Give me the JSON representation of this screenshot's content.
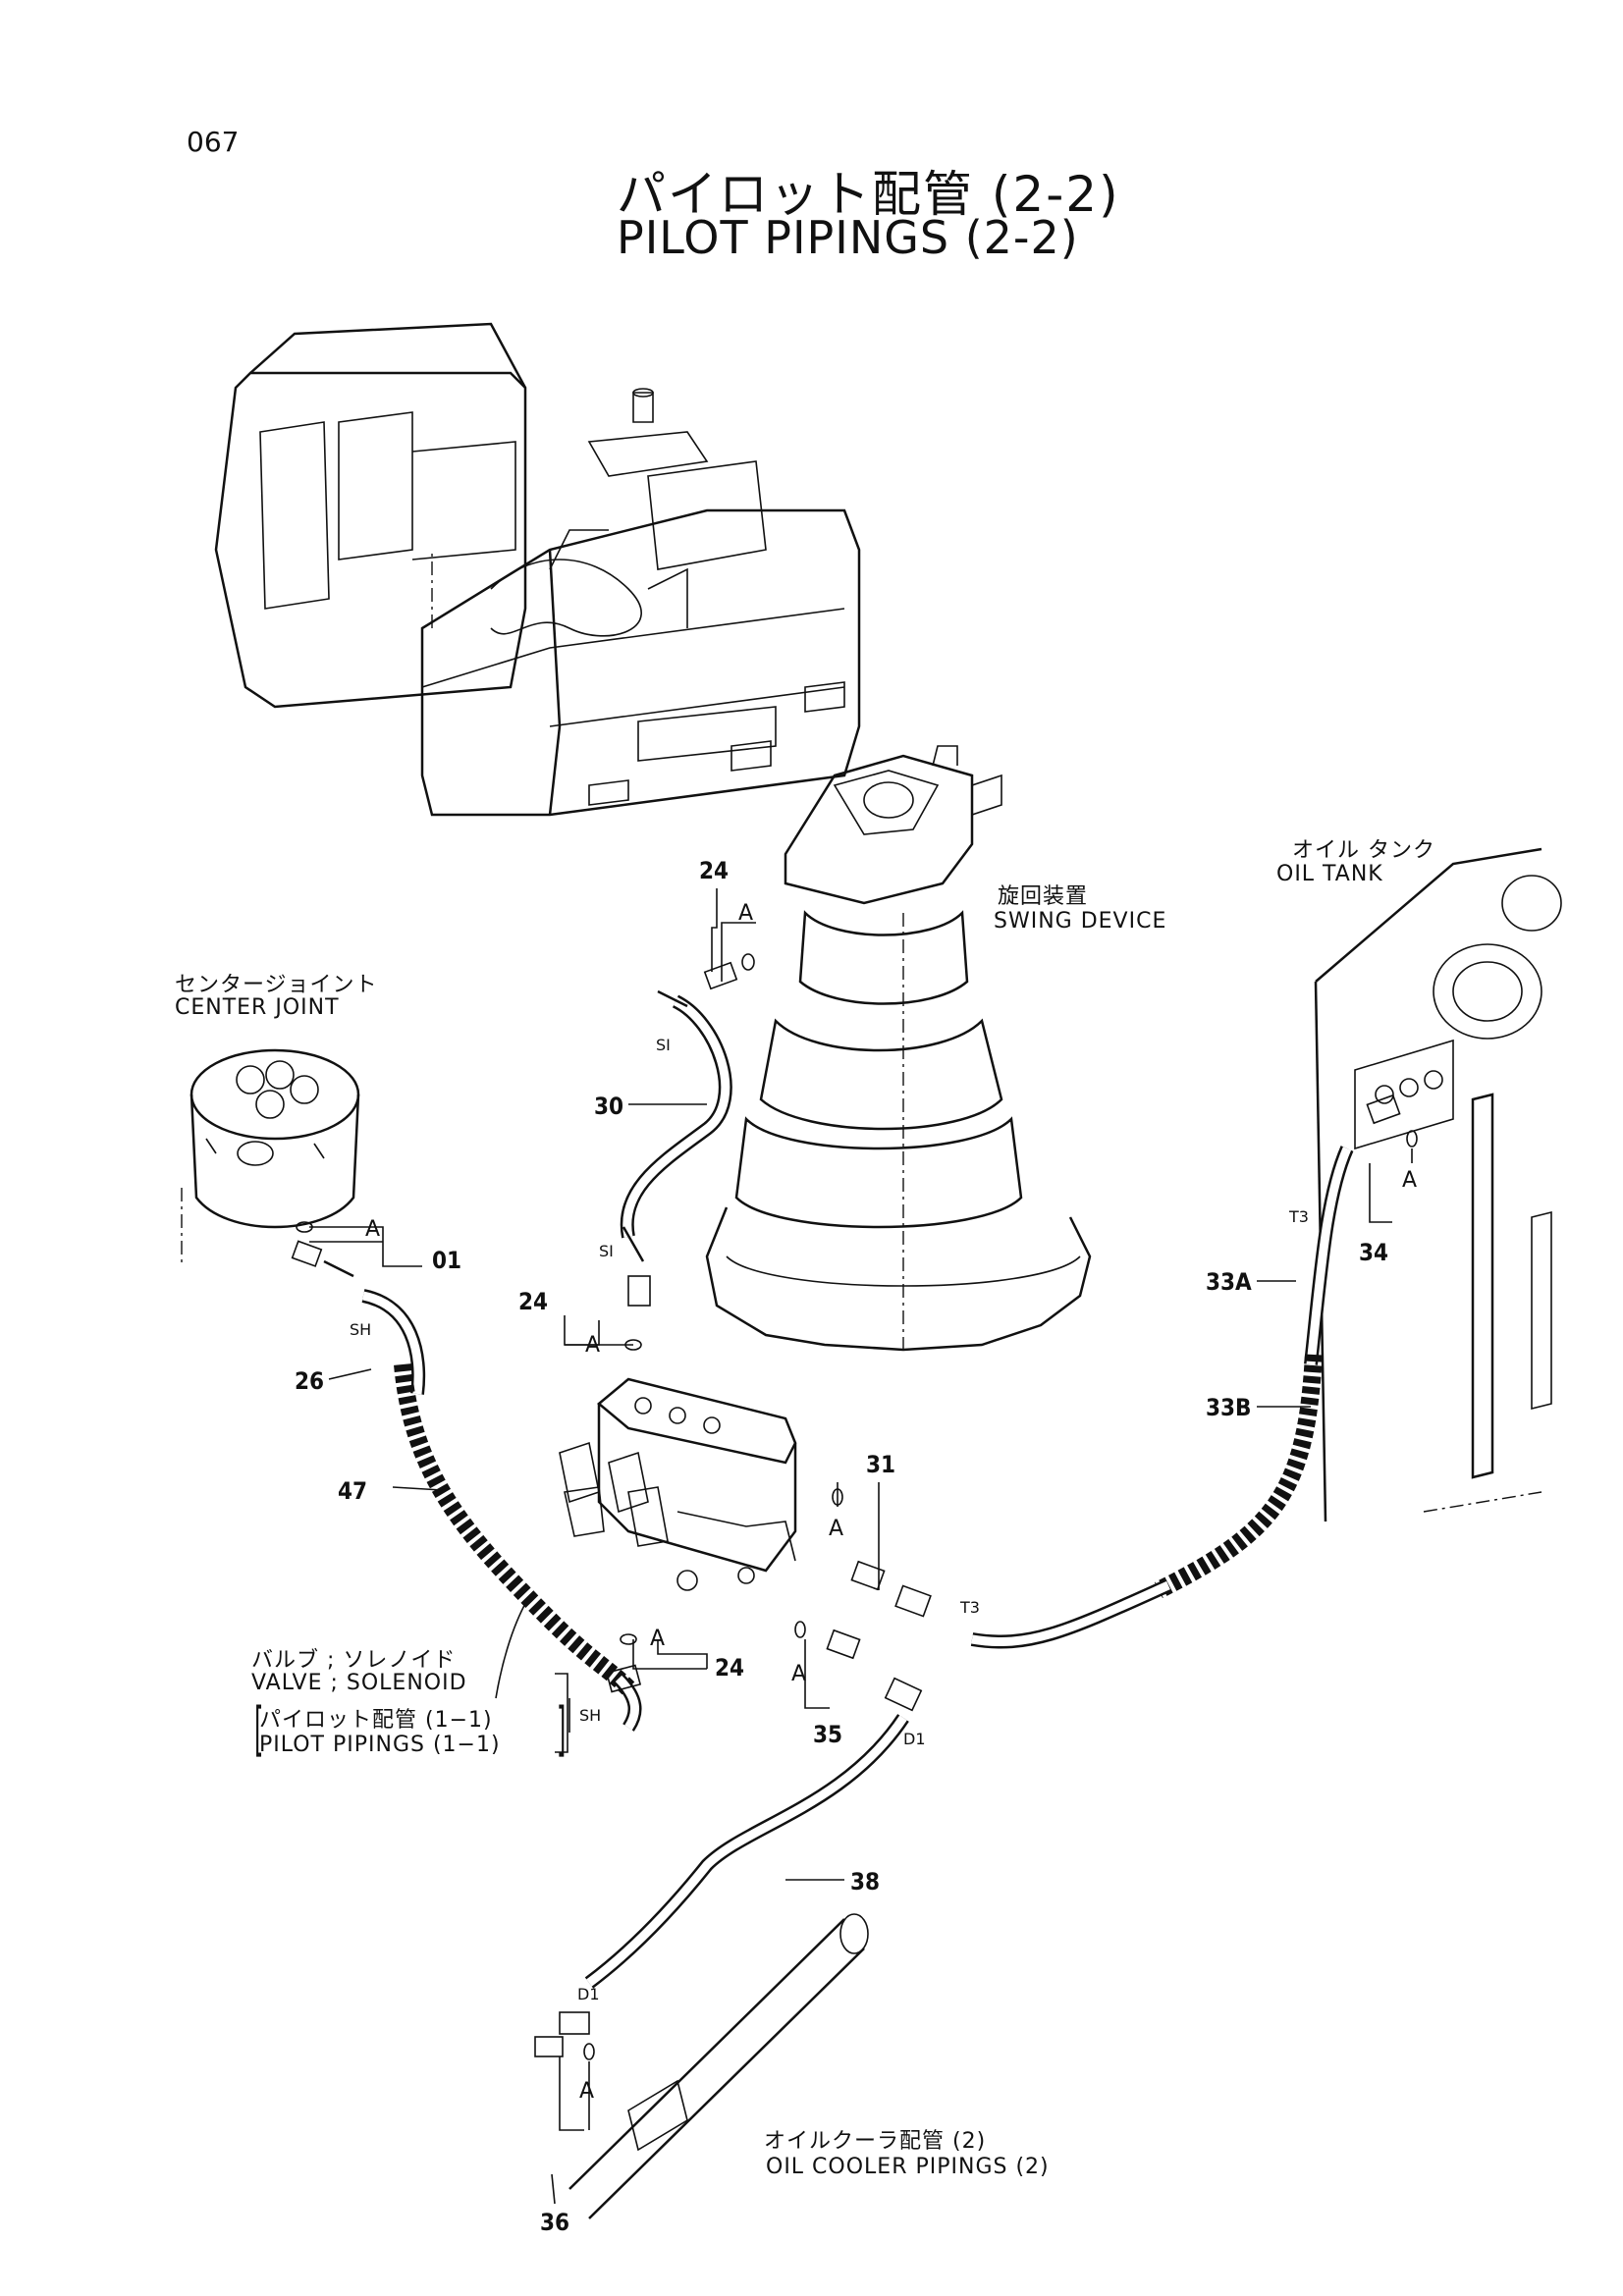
{
  "page_number": "067",
  "title": {
    "jp": "パイロット配管 (2-2)",
    "en": "PILOT PIPINGS (2-2)"
  },
  "components": {
    "swing_device": {
      "jp": "旋回装置",
      "en": "SWING DEVICE"
    },
    "oil_tank": {
      "jp": "オイル タンク",
      "en": "OIL TANK"
    },
    "center_joint": {
      "jp": "センタージョイント",
      "en": "CENTER JOINT"
    },
    "valve_solenoid": {
      "jp": "バルブ ; ソレノイド",
      "en": "VALVE ; SOLENOID"
    },
    "pilot_pipings_ref": {
      "jp": "パイロット配管 (1−1)",
      "en": "PILOT PIPINGS (1−1)"
    },
    "oil_cooler_pipings": {
      "jp": "オイルクーラ配管 (2)",
      "en": "OIL COOLER PIPINGS (2)"
    }
  },
  "callouts": {
    "p01": "01",
    "p24a": "24",
    "p24b": "24",
    "p24c": "24",
    "p26": "26",
    "p30": "30",
    "p31": "31",
    "p33a": "33A",
    "p33b": "33B",
    "p34": "34",
    "p35": "35",
    "p36": "36",
    "p38": "38",
    "p47": "47"
  },
  "port_marks": {
    "a": "A",
    "si": "SI",
    "sh": "SH",
    "t3": "T3",
    "d1": "D1"
  }
}
